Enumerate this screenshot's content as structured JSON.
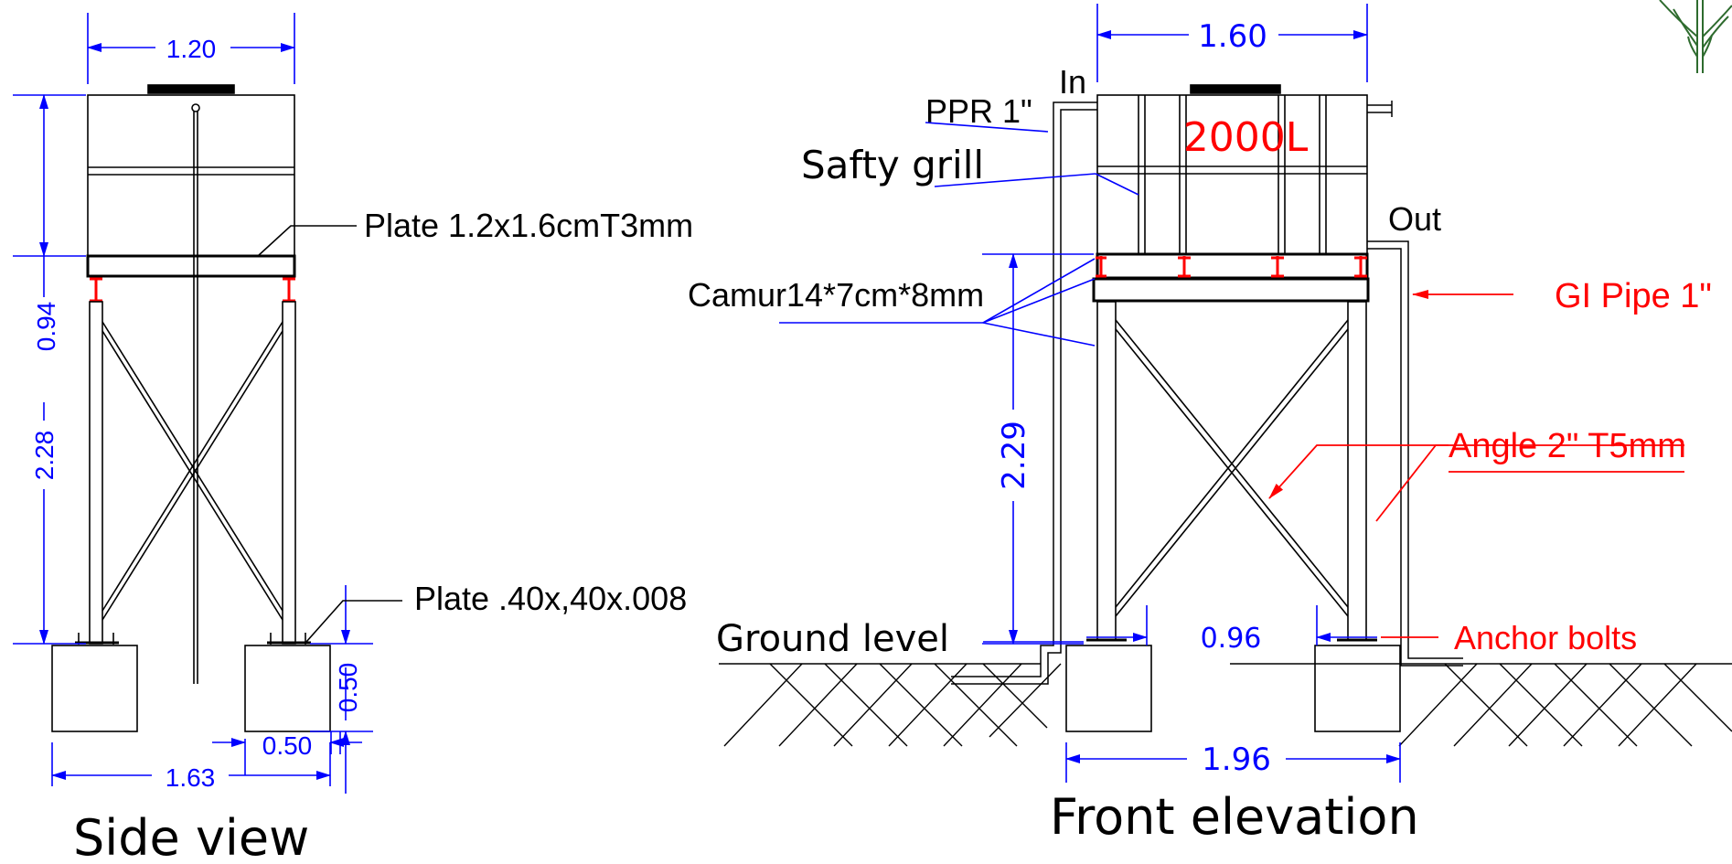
{
  "colors": {
    "dimension": "#0000ff",
    "structure": "#000000",
    "callout_red": "#ff0000",
    "leader_blue": "#0000ff",
    "plant": "#2e6b2e"
  },
  "side_view": {
    "title": "Side view",
    "dim_top_width": "1.20",
    "dim_tank_to_plate": "0.94",
    "dim_leg_height": "2.28",
    "dim_footing_height": "0.50",
    "dim_footing_width": "0.50",
    "dim_base_width": "1.63",
    "label_top_plate": "Plate 1.2x1.6cmT3mm",
    "label_base_plate": "Plate .40x,40x.008"
  },
  "front_elevation": {
    "title": "Front elevation",
    "dim_top_width": "1.60",
    "dim_leg_height": "2.29",
    "dim_leg_spacing": "0.96",
    "dim_base_width": "1.96",
    "tank_capacity": "2000L",
    "label_in": "In",
    "label_out": "Out",
    "label_ppr": "PPR 1\"",
    "label_safety_grill": "Safty grill",
    "label_channel": "Camur14*7cm*8mm",
    "label_gi_pipe": "GI Pipe 1\"",
    "label_angle": "Angle 2\" T5mm",
    "label_anchor": "Anchor bolts",
    "label_ground": "Ground level"
  }
}
